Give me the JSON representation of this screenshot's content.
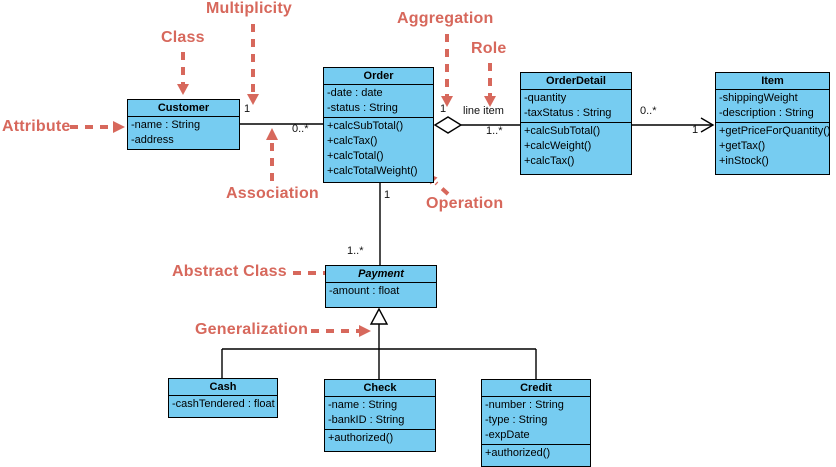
{
  "colors": {
    "class_fill": "#76CCF1",
    "class_border": "#000000",
    "connector": "#000000",
    "annotation": "#D7685C",
    "background": "#FFFFFF"
  },
  "classes": [
    {
      "name": "Customer",
      "abstract": false,
      "attributes": [
        "-name : String",
        "-address"
      ],
      "operations": []
    },
    {
      "name": "Order",
      "abstract": false,
      "attributes": [
        "-date : date",
        "-status : String"
      ],
      "operations": [
        "+calcSubTotal()",
        "+calcTax()",
        "+calcTotal()",
        "+calcTotalWeight()"
      ]
    },
    {
      "name": "OrderDetail",
      "abstract": false,
      "attributes": [
        "-quantity",
        "-taxStatus : String"
      ],
      "operations": [
        "+calcSubTotal()",
        "+calcWeight()",
        "+calcTax()"
      ]
    },
    {
      "name": "Item",
      "abstract": false,
      "attributes": [
        "-shippingWeight",
        "-description : String"
      ],
      "operations": [
        "+getPriceForQuantity()",
        "+getTax()",
        "+inStock()"
      ]
    },
    {
      "name": "Payment",
      "abstract": true,
      "attributes": [
        "-amount : float"
      ],
      "operations": []
    },
    {
      "name": "Cash",
      "abstract": false,
      "attributes": [
        "-cashTendered : float"
      ],
      "operations": []
    },
    {
      "name": "Check",
      "abstract": false,
      "attributes": [
        "-name : String",
        "-bankID : String"
      ],
      "operations": [
        "+authorized()"
      ]
    },
    {
      "name": "Credit",
      "abstract": false,
      "attributes": [
        "-number : String",
        "-type : String",
        "-expDate"
      ],
      "operations": [
        "+authorized()"
      ]
    }
  ],
  "multiplicities": {
    "customer_side": "1",
    "order_side": "0..*",
    "order_aggregation_side": "1",
    "line_item_role": "line item",
    "orderdetail_aggregation_side": "1..*",
    "orderdetail_item_side": "0..*",
    "item_side": "1",
    "order_payment_order_side": "1",
    "order_payment_payment_side": "1..*"
  },
  "annotations": {
    "multiplicity": "Multiplicity",
    "class": "Class",
    "aggregation": "Aggregation",
    "role": "Role",
    "attribute": "Attribute",
    "association": "Association",
    "operation": "Operation",
    "abstract_class": "Abstract Class",
    "generalization": "Generalization"
  }
}
